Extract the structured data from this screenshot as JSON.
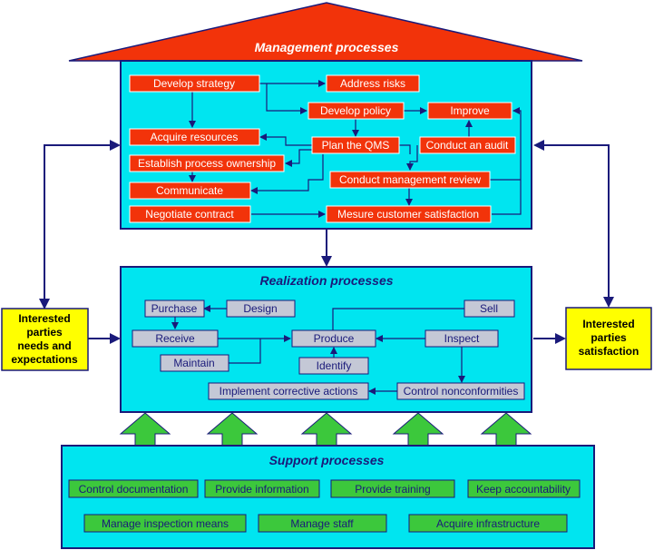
{
  "colors": {
    "management_fill": "#00E5F0",
    "roof_fill": "#F2330A",
    "process_box": "#F2330A",
    "realization_box": "#C4C8D6",
    "support_box": "#3CC83C",
    "side_box": "#FFFF00",
    "arrow": "#1A1A7A",
    "support_arrow": "#3CC83C"
  },
  "management": {
    "title": "Management processes",
    "boxes": {
      "develop_strategy": "Develop strategy",
      "address_risks": "Address risks",
      "develop_policy": "Develop policy",
      "improve": "Improve",
      "acquire_resources": "Acquire resources",
      "plan_qms": "Plan the QMS",
      "conduct_audit": "Conduct an audit",
      "establish_ownership": "Establish process ownership",
      "conduct_review": "Conduct management review",
      "communicate": "Communicate",
      "negotiate_contract": "Negotiate contract",
      "measure_satisfaction": "Mesure customer satisfaction"
    }
  },
  "realization": {
    "title": "Realization processes",
    "boxes": {
      "purchase": "Purchase",
      "design": "Design",
      "sell": "Sell",
      "receive": "Receive",
      "produce": "Produce",
      "inspect": "Inspect",
      "maintain": "Maintain",
      "identify": "Identify",
      "corrective_actions": "Implement corrective actions",
      "control_nonconformities": "Control nonconformities"
    }
  },
  "support": {
    "title": "Support processes",
    "boxes": {
      "control_documentation": "Control documentation",
      "provide_information": "Provide information",
      "provide_training": "Provide training",
      "keep_accountability": "Keep accountability",
      "manage_inspection": "Manage inspection means",
      "manage_staff": "Manage staff",
      "acquire_infrastructure": "Acquire infrastructure"
    }
  },
  "left_box": [
    "Interested",
    "parties",
    "needs and",
    "expectations"
  ],
  "right_box": [
    "Interested",
    "parties",
    "satisfaction"
  ]
}
